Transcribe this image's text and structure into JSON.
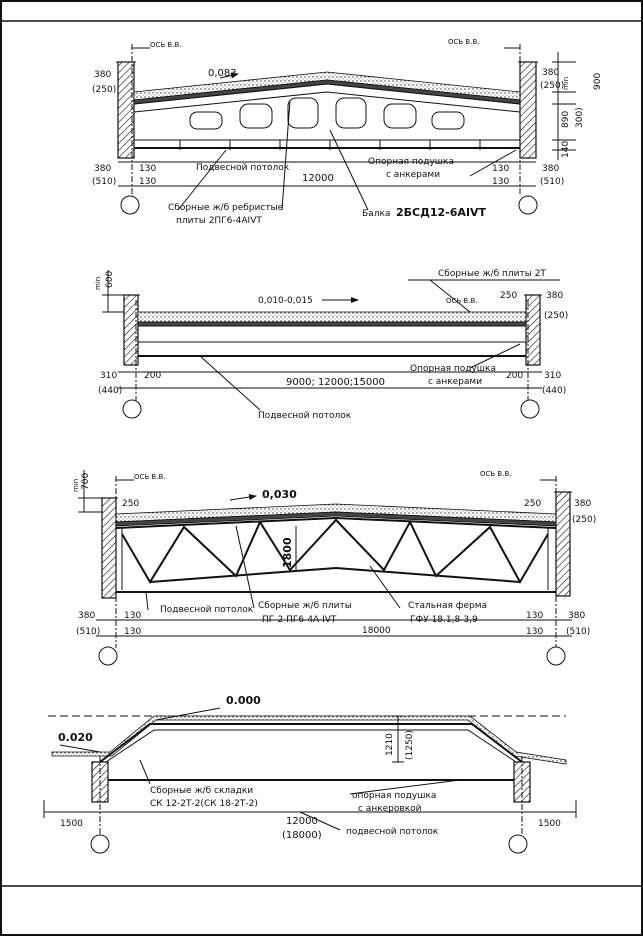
{
  "s1": {
    "axis_left": "ОСЬ В.В.",
    "axis_right": "ОСЬ В.В.",
    "slope": "0,083",
    "d_380": "380",
    "d_250": "(250)",
    "d_380r": "380",
    "d_250r": "(250)",
    "min_label": "min",
    "d_900": "900",
    "d_890": "890",
    "d_300": "300)",
    "d_140": "140",
    "d_380b": "380",
    "d_510b": "(510)",
    "d_130a": "130",
    "d_130b": "130",
    "d_130c": "130",
    "d_130d": "130",
    "d_380br": "380",
    "d_510br": "(510)",
    "span": "12000",
    "ceiling": "Подвесной потолок",
    "pad_1": "Опорная подушка",
    "pad_2": "с анкерами",
    "ribbed_1": "Сборные ж/б ребристые",
    "ribbed_2": "плиты 2ПГ6-4АIVT",
    "beam_prefix": "Балка",
    "beam_code": "2БСД12-6АIVT"
  },
  "s2": {
    "min_label": "min",
    "d_600": "600",
    "plates": "Сборные ж/б плиты 2Т",
    "slope": "0,010-0,015",
    "axis": "ОСЬ В.В.",
    "d_250": "250",
    "d_380": "380",
    "d_250b": "(250)",
    "d_310": "310",
    "d_440": "(440)",
    "d_200": "200",
    "spans": "9000; 12000;15000",
    "pad_1": "Опорная подушка",
    "pad_2": "с анкерами",
    "d_200r": "200",
    "d_310r": "310",
    "d_440r": "(440)",
    "ceiling": "Подвесной потолок"
  },
  "s3": {
    "min_label": "min",
    "d_700": "700",
    "axis_left": "ОСЬ В.В.",
    "axis_right": "ОСЬ В.В.",
    "d_250": "250",
    "slope": "0,030",
    "d_250r": "250",
    "d_380r": "380",
    "d_250rb": "(250)",
    "d_1800": "1800",
    "d_380": "380",
    "d_510": "(510)",
    "d_130a": "130",
    "d_130b": "130",
    "ceiling": "Подвесной потолок",
    "plates_1": "Сборные ж/б плиты",
    "plates_2": "ПГ-2 ПГ6-4А IVT",
    "truss_1": "Стальная ферма",
    "truss_2": "ГФУ 18.1,8-3,9",
    "span": "18000",
    "d_130c": "130",
    "d_130d": "130",
    "d_380br": "380",
    "d_510br": "(510)"
  },
  "s4": {
    "elev_top": "0.000",
    "slope": "0.020",
    "d_1210": "1210",
    "d_1250": "(1250)",
    "folds_1": "Сборные ж/б складки",
    "folds_2": "СК 12-2Т-2(СК 18-2Т-2)",
    "pad_1": "опорная подушка",
    "pad_2": "с анкеровкой",
    "d_1500l": "1500",
    "d_1500r": "1500",
    "span": "12000",
    "span_alt": "(18000)",
    "ceiling": "подвесной потолок"
  }
}
